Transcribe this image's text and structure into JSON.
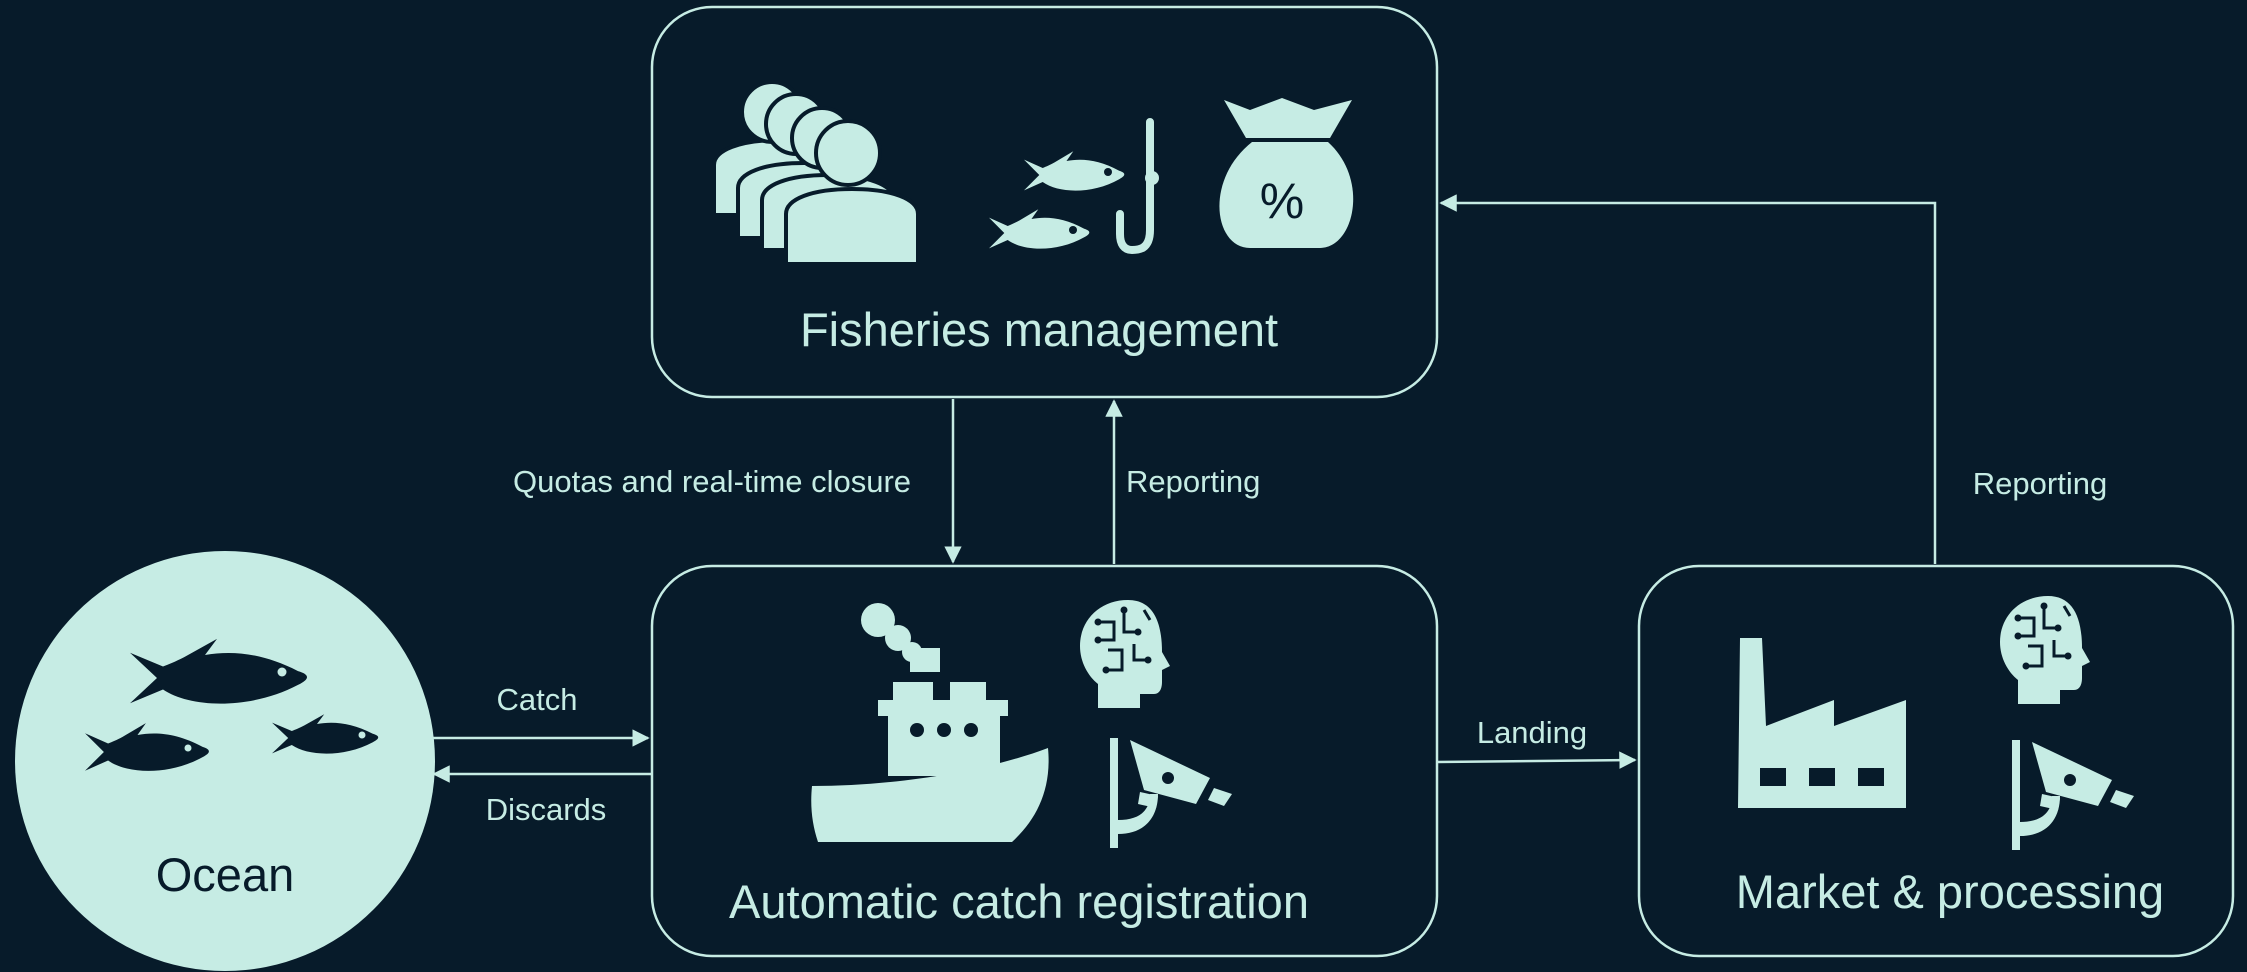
{
  "nodes": {
    "fisheries": {
      "title": "Fisheries management"
    },
    "registration": {
      "title": "Automatic catch registration"
    },
    "market": {
      "title": "Market & processing"
    },
    "ocean": {
      "title": "Ocean"
    }
  },
  "edges": {
    "quotas": "Quotas and real-time closure",
    "reporting_registration": "Reporting",
    "reporting_market": "Reporting",
    "catch": "Catch",
    "discards": "Discards",
    "landing": "Landing"
  },
  "icons": {
    "fisheries": [
      "people-group-icon",
      "fish-hook-icon",
      "money-bag-percent-icon"
    ],
    "registration": [
      "fishing-boat-icon",
      "ai-head-icon",
      "surveillance-camera-icon"
    ],
    "market": [
      "factory-icon",
      "ai-head-icon",
      "surveillance-camera-icon"
    ],
    "ocean": [
      "fish-school-icon"
    ]
  },
  "colors": {
    "background": "#071b2a",
    "accent": "#c6ece4"
  }
}
